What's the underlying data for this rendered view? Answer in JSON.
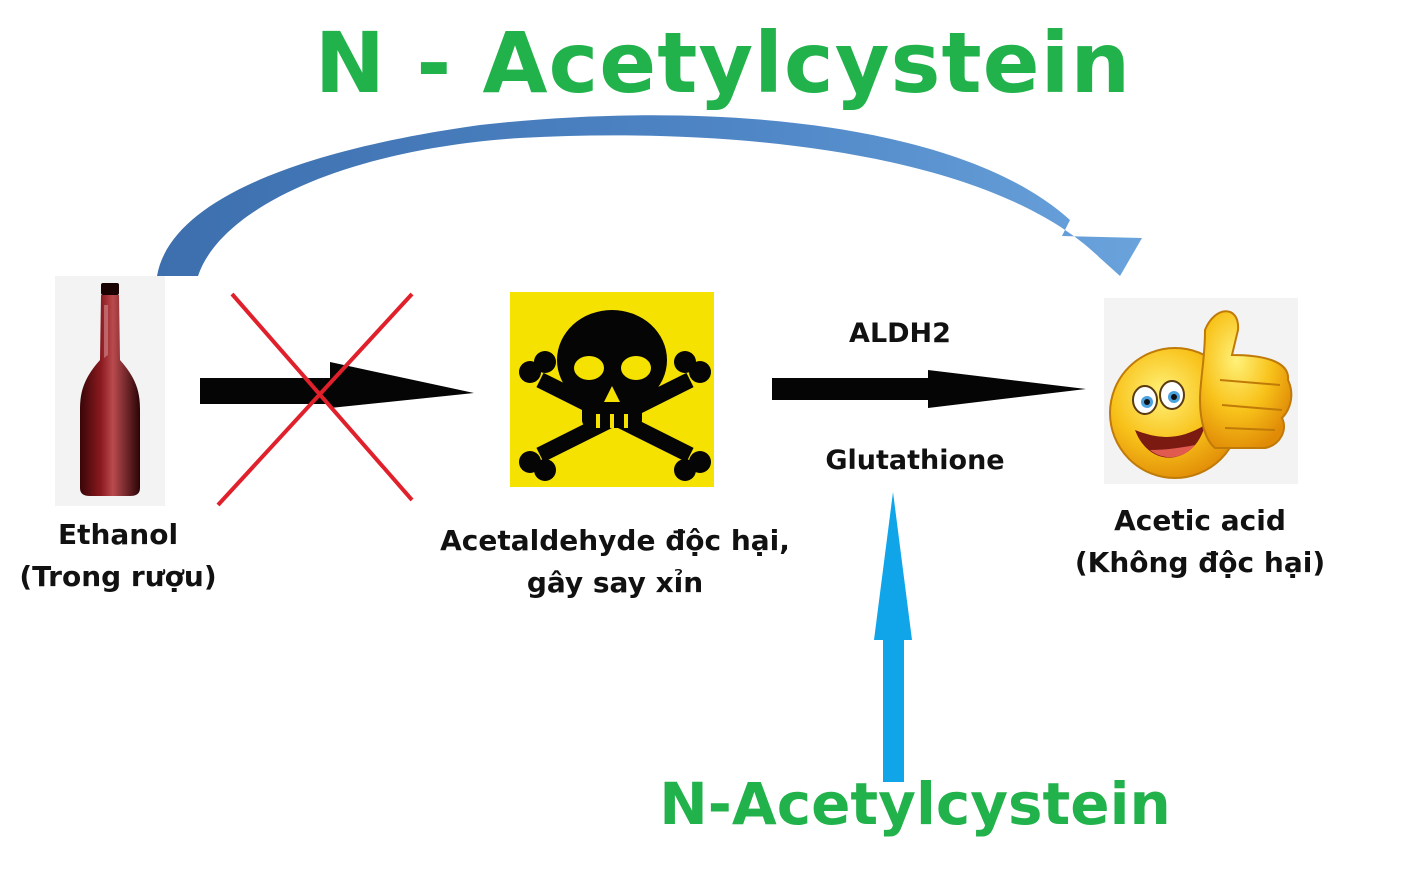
{
  "title_top": "N - Acetylcystein",
  "title_bottom": "N-Acetylcystein",
  "ethanol": {
    "line1": "Ethanol",
    "line2": "(Trong rượu)",
    "icon": "wine-bottle"
  },
  "acetaldehyde": {
    "line1": "Acetaldehyde độc hại,",
    "line2": "gây say xỉn",
    "icon": "skull-crossbones"
  },
  "acetic_acid": {
    "line1": "Acetic acid",
    "line2": "(Không độc hại)",
    "icon": "thumbs-up-smiley"
  },
  "enzyme": {
    "aldh2": "ALDH2",
    "glutathione": "Glutathione"
  },
  "colors": {
    "green": "#22b24c",
    "blue_arc": "#4f86c6",
    "blue_up_arrow": "#10a4e8",
    "red_cross": "#e0202a",
    "hazard_yellow": "#f6e200"
  }
}
